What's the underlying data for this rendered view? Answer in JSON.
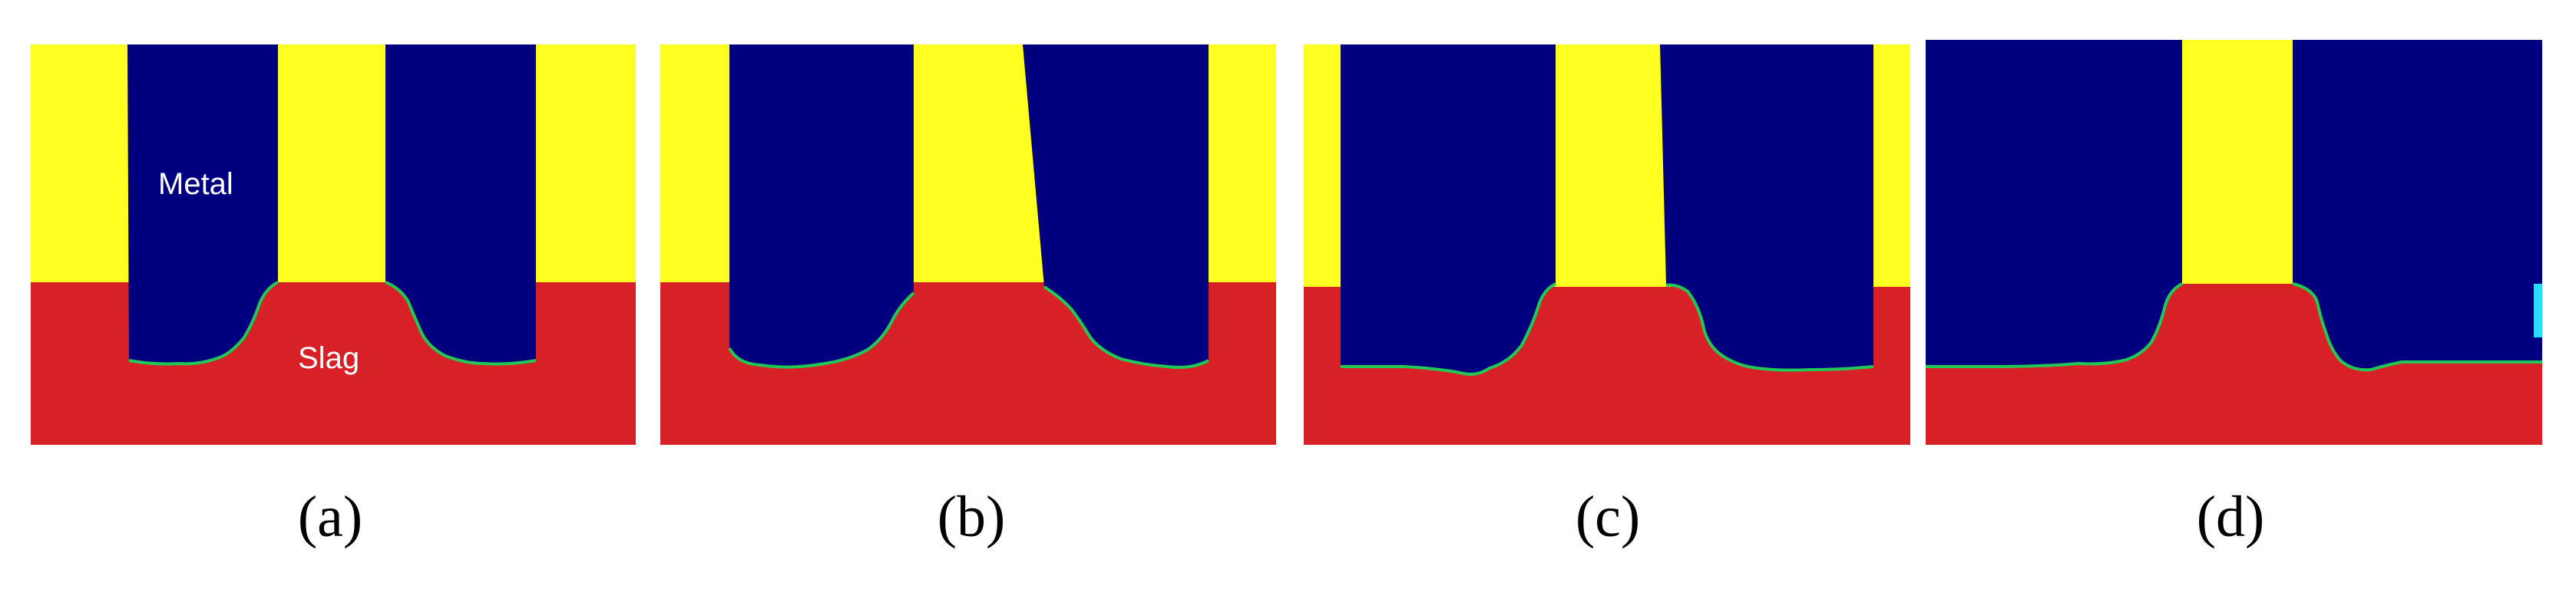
{
  "colors": {
    "slag_phase": "#d82027",
    "metal_phase": "#00007f",
    "gas_phase": "#ffff22",
    "interface_outer": "#22c855",
    "interface_inner": "#2cd9ff",
    "background": "#ffffff"
  },
  "region_labels": {
    "metal": "Metal",
    "slag": "Slag"
  },
  "panels": [
    {
      "id": "a",
      "caption": "(a)"
    },
    {
      "id": "b",
      "caption": "(b)"
    },
    {
      "id": "c",
      "caption": "(c)"
    },
    {
      "id": "d",
      "caption": "(d)"
    }
  ]
}
